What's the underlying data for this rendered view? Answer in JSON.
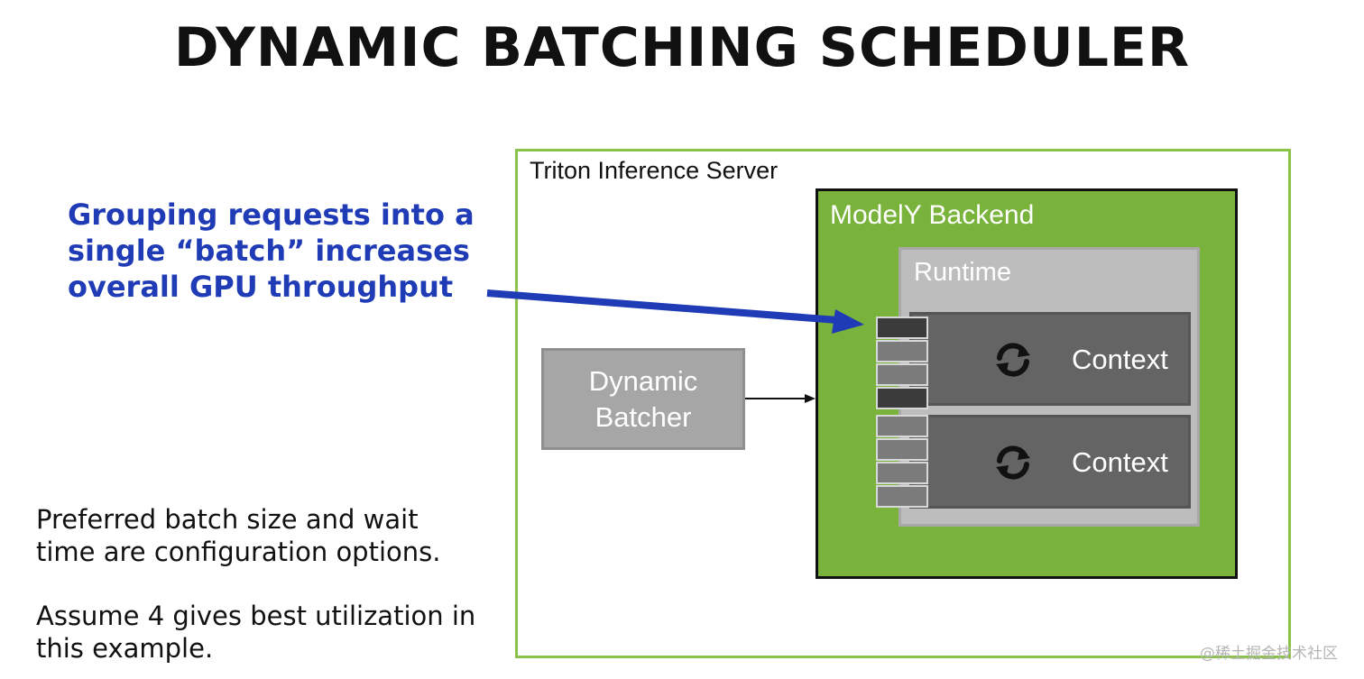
{
  "title": "DYNAMIC BATCHING SCHEDULER",
  "callout": {
    "lines": [
      "Grouping requests into a",
      "single “batch” increases",
      "overall GPU throughput"
    ],
    "color": "#1f3bb5"
  },
  "notes": {
    "note1": [
      "Preferred batch size and wait",
      "time are configuration options."
    ],
    "note2": [
      "Assume 4 gives best utilization in",
      "this example."
    ]
  },
  "server": {
    "label": "Triton Inference Server",
    "border_color": "#8bc34a"
  },
  "batcher": {
    "lines": [
      "Dynamic",
      "Batcher"
    ]
  },
  "backend": {
    "label": "ModelY Backend",
    "color": "#79b33c"
  },
  "runtime": {
    "label": "Runtime"
  },
  "contexts": [
    {
      "label": "Context",
      "icon": "sync-icon",
      "queue": [
        "dark",
        "light",
        "light",
        "dark"
      ]
    },
    {
      "label": "Context",
      "icon": "sync-icon",
      "queue": [
        "light",
        "light",
        "light",
        "light"
      ]
    }
  ],
  "watermark": "@稀土掘金技术社区"
}
